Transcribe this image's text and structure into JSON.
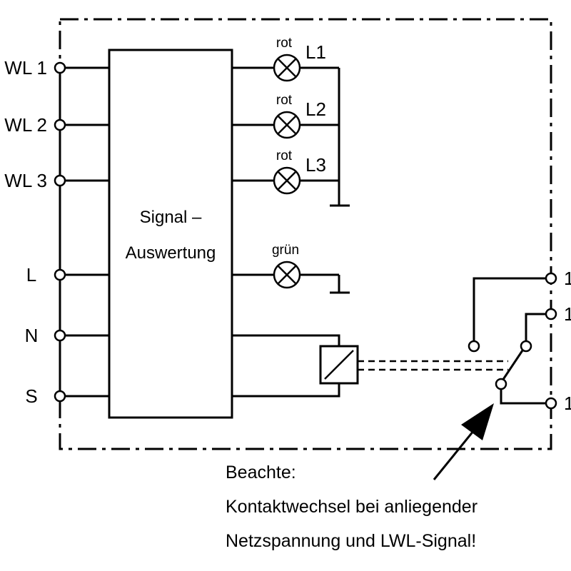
{
  "inputs": {
    "wl1": "WL 1",
    "wl2": "WL 2",
    "wl3": "WL 3",
    "l": "L",
    "n": "N",
    "s": "S"
  },
  "block": {
    "line1": "Signal –",
    "line2": "Auswertung"
  },
  "lamps": [
    {
      "color": "rot",
      "label": "L1"
    },
    {
      "color": "rot",
      "label": "L2"
    },
    {
      "color": "rot",
      "label": "L3"
    },
    {
      "color": "grün",
      "label": ""
    }
  ],
  "outputs": {
    "out1": "1",
    "out2": "1",
    "out3": "1"
  },
  "note": {
    "line1": "Beachte:",
    "line2": "Kontaktwechsel bei anliegender",
    "line3": "Netzspannung und LWL-Signal!"
  }
}
